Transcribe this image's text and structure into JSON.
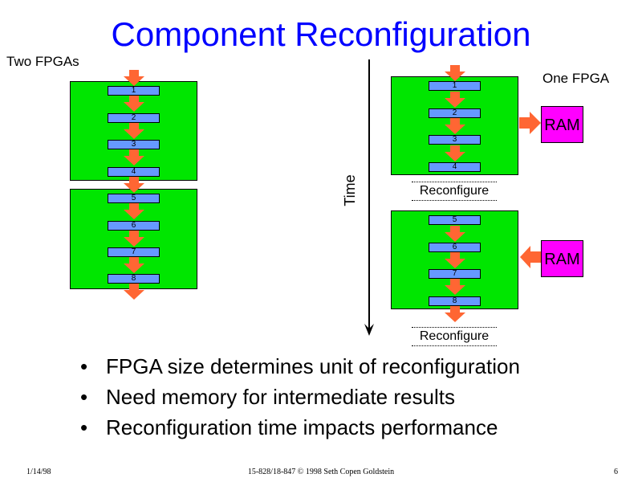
{
  "title": "Component Reconfiguration",
  "left_label": "Two FPGAs",
  "right_label": "One FPGA",
  "time_label": "Time",
  "ram_label": "RAM",
  "reconfigure_label": "Reconfigure",
  "stages": [
    "1",
    "2",
    "3",
    "4",
    "5",
    "6",
    "7",
    "8"
  ],
  "bullets": [
    "FPGA size determines unit of reconfiguration",
    "Need memory for intermediate results",
    "Reconfiguration time impacts performance"
  ],
  "footer": {
    "date": "1/14/98",
    "course": "15-828/18-847 © 1998 Seth Copen Goldstein",
    "page": "6"
  },
  "colors": {
    "title": "#0000ff",
    "fpga": "#00e600",
    "stage": "#6699ff",
    "arrow": "#ff6633",
    "ram": "#ff00ff"
  }
}
